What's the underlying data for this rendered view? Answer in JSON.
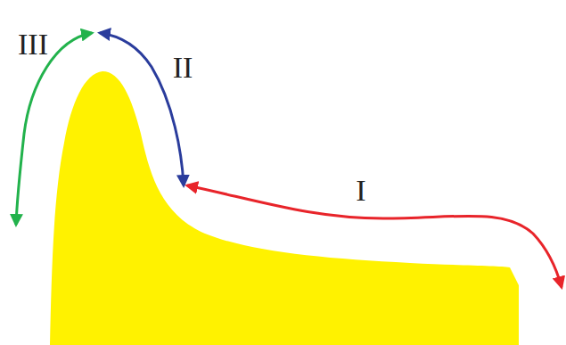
{
  "diagram": {
    "labels": [
      "III",
      "II",
      "I"
    ]
  }
}
